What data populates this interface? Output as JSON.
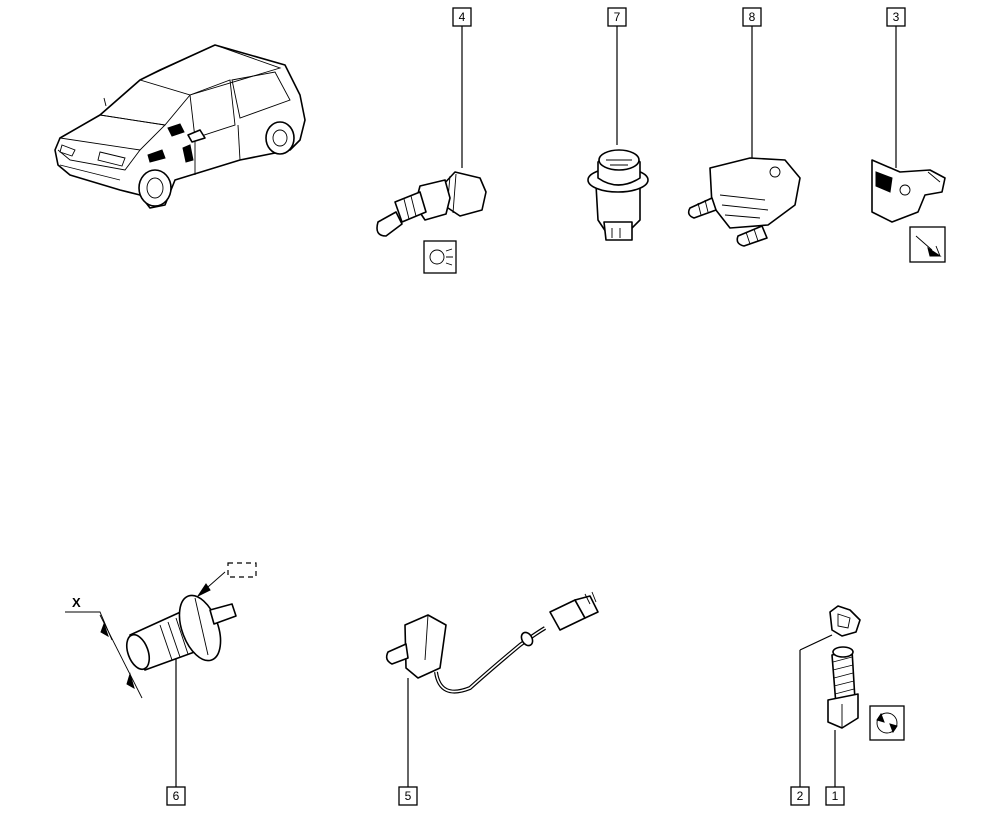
{
  "diagram": {
    "callouts": [
      {
        "id": "c4",
        "label": "4"
      },
      {
        "id": "c7",
        "label": "7"
      },
      {
        "id": "c8",
        "label": "8"
      },
      {
        "id": "c3",
        "label": "3"
      },
      {
        "id": "c6",
        "label": "6"
      },
      {
        "id": "c5",
        "label": "5"
      },
      {
        "id": "c2",
        "label": "2"
      },
      {
        "id": "c1",
        "label": "1"
      }
    ],
    "dimension_label": "X",
    "icons": [
      "lamp-symbol-icon",
      "warning-tool-icon",
      "rotation-symbol-icon",
      "dashed-rectangle-icon"
    ]
  }
}
